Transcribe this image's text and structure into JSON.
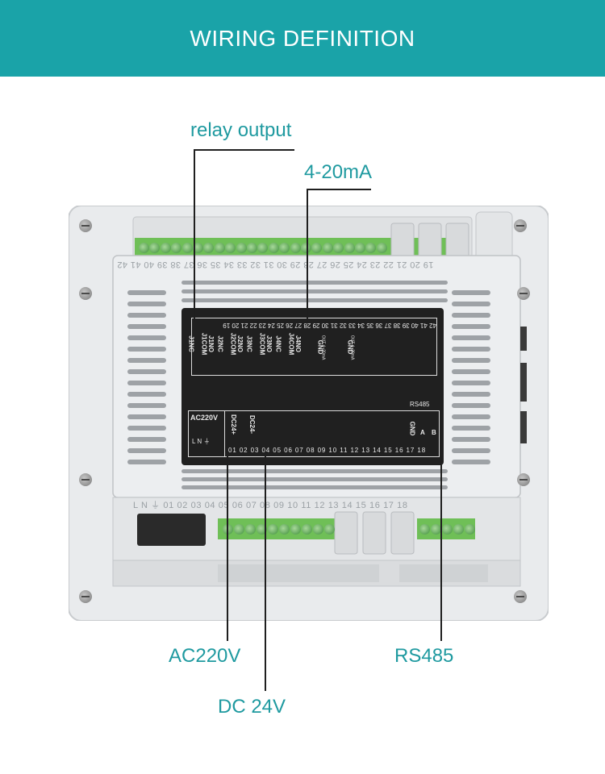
{
  "header": {
    "title": "WIRING DEFINITION"
  },
  "callouts": {
    "relay_output": "relay output",
    "analog_output": "4-20mA",
    "ac_power": "AC220V",
    "dc_power": "DC 24V",
    "rs485": "RS485"
  },
  "device": {
    "top_pins": "19 20 21 22 23 24 25 26 27 28 29 30 31 32 33 34 35 36 37 38 39 40 41 42",
    "bottom_pins": "L  N  ⏚    01 02 03 04 05 06 07 08  09 10 11 12 13 14 15 16 17 18",
    "label": {
      "ac220v": "AC220V",
      "ac_terms": "L  N  ⏚",
      "dc24_plus": "DC24+",
      "dc24_minus": "DC24-",
      "rs485_header": "RS485",
      "gnd": "GND",
      "a": "A",
      "b": "B",
      "bottom_numbers": "01 02 03 04 05 06 07 08 09 10 11 12 13 14 15 16 17 18",
      "top_numbers": "42 41 40 39 38 37 36 35 34 33 32 31 30 29 28 27 26 25 24 23 22 21 20 19",
      "relay_labels": [
        "J1NC",
        "J1COM",
        "J1NO",
        "J2NC",
        "J2COM",
        "J2NO",
        "J3NC",
        "J3COM",
        "J3NO",
        "J4NC",
        "J4COM",
        "J4NO"
      ],
      "gnd2": "GND",
      "gnd1": "GND",
      "out2": "OUT 4~20mA",
      "out1": "OUT 4~20mA"
    }
  },
  "colors": {
    "banner": "#1aa3a8",
    "callout_text": "#1f9aa0",
    "lead_line": "#1f1f1f",
    "terminal_green": "#3f8f3a",
    "housing": "#e6e8ea"
  }
}
